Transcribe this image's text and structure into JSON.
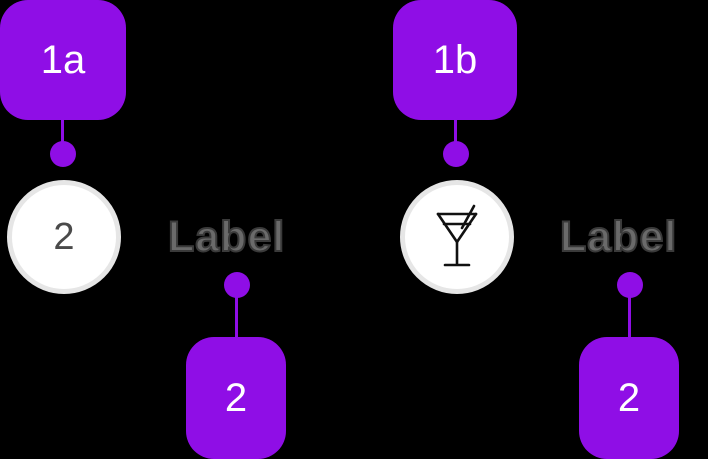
{
  "colors": {
    "background": "#000000",
    "callout": "#8F0EE6",
    "marker_fill": "#ffffff",
    "marker_border": "#e6e6e6",
    "label_text": "#6a6a6a"
  },
  "left_group": {
    "callout_top": "1a",
    "marker_number": "2",
    "label": "Label",
    "callout_bottom": "2"
  },
  "right_group": {
    "callout_top": "1b",
    "marker_icon": "cocktail-glass-icon",
    "label": "Label",
    "callout_bottom": "2"
  }
}
